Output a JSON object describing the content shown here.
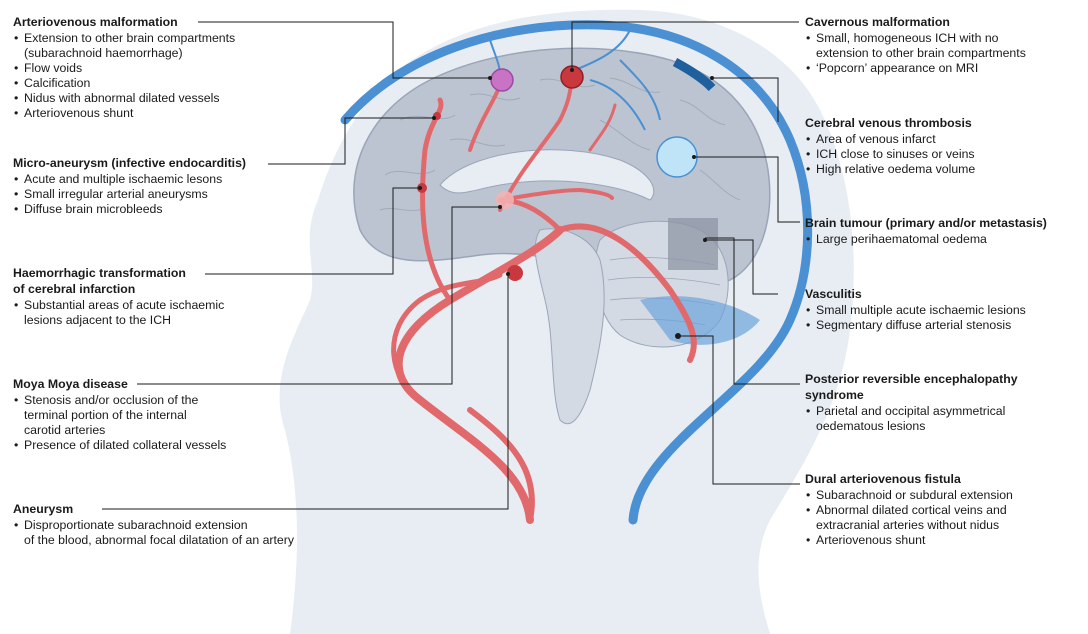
{
  "colors": {
    "artery": "#e1696b",
    "vein": "#4a90d2",
    "head": "#e8edf3",
    "brain": "#bcc4d2",
    "leader": "#1a1a1a"
  },
  "labels": {
    "avm": {
      "title": "Arteriovenous malformation",
      "items": [
        "Extension to other brain compartments",
        "(subarachnoid haemorrhage)",
        "Flow voids",
        "Calcification",
        "Nidus with abnormal dilated vessels",
        "Arteriovenous shunt"
      ]
    },
    "microaneurysm": {
      "title": "Micro-aneurysm (infective endocarditis)",
      "items": [
        "Acute and multiple ischaemic lesons",
        "Small irregular arterial aneurysms",
        "Diffuse brain microbleeds"
      ]
    },
    "haemorrhagic": {
      "title_line1": "Haemorrhagic transformation",
      "title_line2": "of cerebral infarction",
      "items": [
        "Substantial areas of acute ischaemic",
        "lesions adjacent to the ICH"
      ]
    },
    "moyamoya": {
      "title": "Moya Moya disease",
      "items": [
        "Stenosis and/or occlusion of the",
        "terminal portion of the internal",
        "carotid arteries",
        "Presence of dilated collateral vessels"
      ]
    },
    "aneurysm": {
      "title": "Aneurysm",
      "items": [
        "Disproportionate subarachnoid extension",
        "of the blood, abnormal focal dilatation of an artery"
      ]
    },
    "cavernous": {
      "title": "Cavernous malformation",
      "items": [
        "Small, homogeneous ICH with no",
        "extension to other brain compartments",
        "‘Popcorn’ appearance on MRI"
      ]
    },
    "cvt": {
      "title": "Cerebral venous thrombosis",
      "items": [
        "Area of venous infarct",
        "ICH close to sinuses or veins",
        "High relative oedema volume"
      ]
    },
    "tumour": {
      "title": "Brain tumour (primary and/or metastasis)",
      "items": [
        "Large perihaematomal oedema"
      ]
    },
    "vasculitis": {
      "title": "Vasculitis",
      "items": [
        "Small multiple acute ischaemic lesions",
        "Segmentary diffuse arterial stenosis"
      ]
    },
    "pres": {
      "title_line1": "Posterior reversible encephalopathy",
      "title_line2": "syndrome",
      "items": [
        "Parietal and occipital asymmetrical",
        "oedematous lesions"
      ]
    },
    "davf": {
      "title": "Dural arteriovenous fistula",
      "items": [
        "Subarachnoid or subdural extension",
        "Abnormal dilated cortical veins and",
        "extracranial arteries without nidus",
        "Arteriovenous shunt"
      ]
    }
  }
}
